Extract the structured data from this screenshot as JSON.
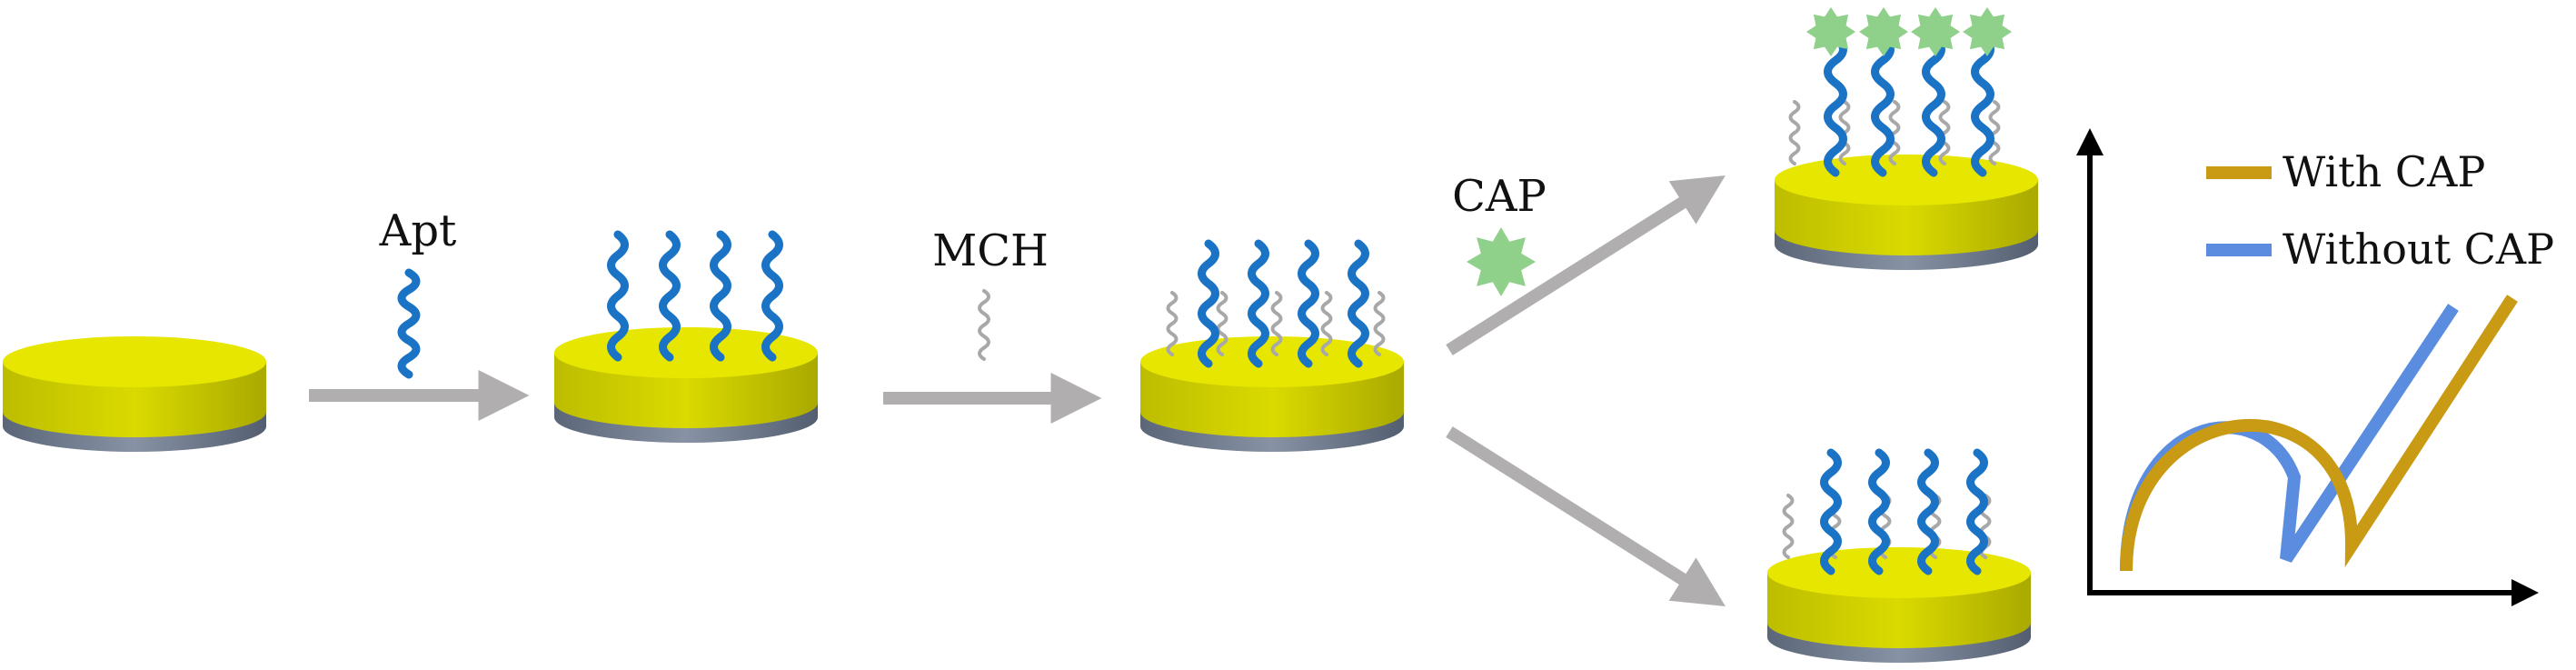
{
  "labels": {
    "apt": "Apt",
    "mch": "MCH",
    "cap": "CAP"
  },
  "legend": {
    "with_cap": "With CAP",
    "without_cap": "Without CAP"
  },
  "colors": {
    "electrode_top": "#e6e600",
    "electrode_side": "#c8c800",
    "electrode_base": "#6e7b8f",
    "aptamer": "#1a73c4",
    "mch": "#a8a8a8",
    "arrow": "#b0aeae",
    "cap": "#8fd08a",
    "with_cap_line": "#c99a13",
    "without_cap_line": "#5a8de0",
    "axis": "#000000"
  }
}
